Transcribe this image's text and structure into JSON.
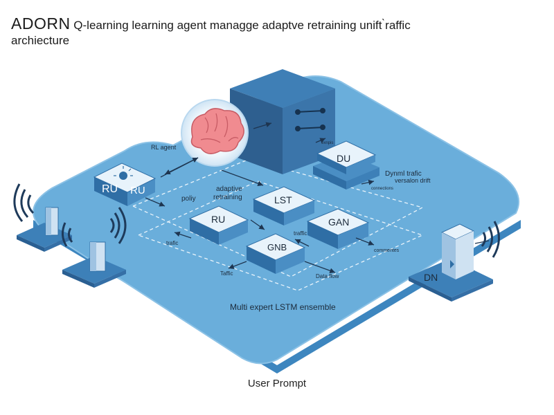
{
  "title": {
    "brand": "ADORN",
    "rest": "Q-learning learning agent managge adaptve retraining unift",
    "glyph": "̀",
    "tail": "raffic",
    "line2": "archiecture"
  },
  "labels": {
    "rl_agent": "RL agent",
    "ru_left_a": "RU",
    "ru_left_b": "RU",
    "policy": "poliy",
    "adaptive_retraining_1": "adaptive",
    "adaptive_retraining_2": "retraining",
    "lstm": "LST",
    "du": "DU",
    "gan": "GAN",
    "ru_inner": "RU",
    "gnb": "GNB",
    "dynamic_traffic_1": "Dynml trafic",
    "dynamic_traffic_2": "versalon drift",
    "tiny_top": "exnpis",
    "tiny_mid": "connections",
    "tiny_right": "commentes",
    "traffic_a": "trafic",
    "traffic_b": "traffic",
    "traffic_c": "Taffic",
    "data_flow": "Data flow",
    "dn": "DN",
    "ensemble": "Multi expert LSTM ensemble"
  },
  "footer": {
    "prompt": "User Prompt"
  },
  "colors": {
    "platform": "#6aaedb",
    "platform_edge": "#3d86bf",
    "box_top": "#e8f3fb",
    "box_side_left": "#2f6ea5",
    "box_side_right": "#4a8ec4",
    "cube_dark": "#2e5f8f",
    "brain": "#f08b90"
  },
  "icons": [
    "brain-icon",
    "wifi-icon",
    "arrow-icon"
  ]
}
